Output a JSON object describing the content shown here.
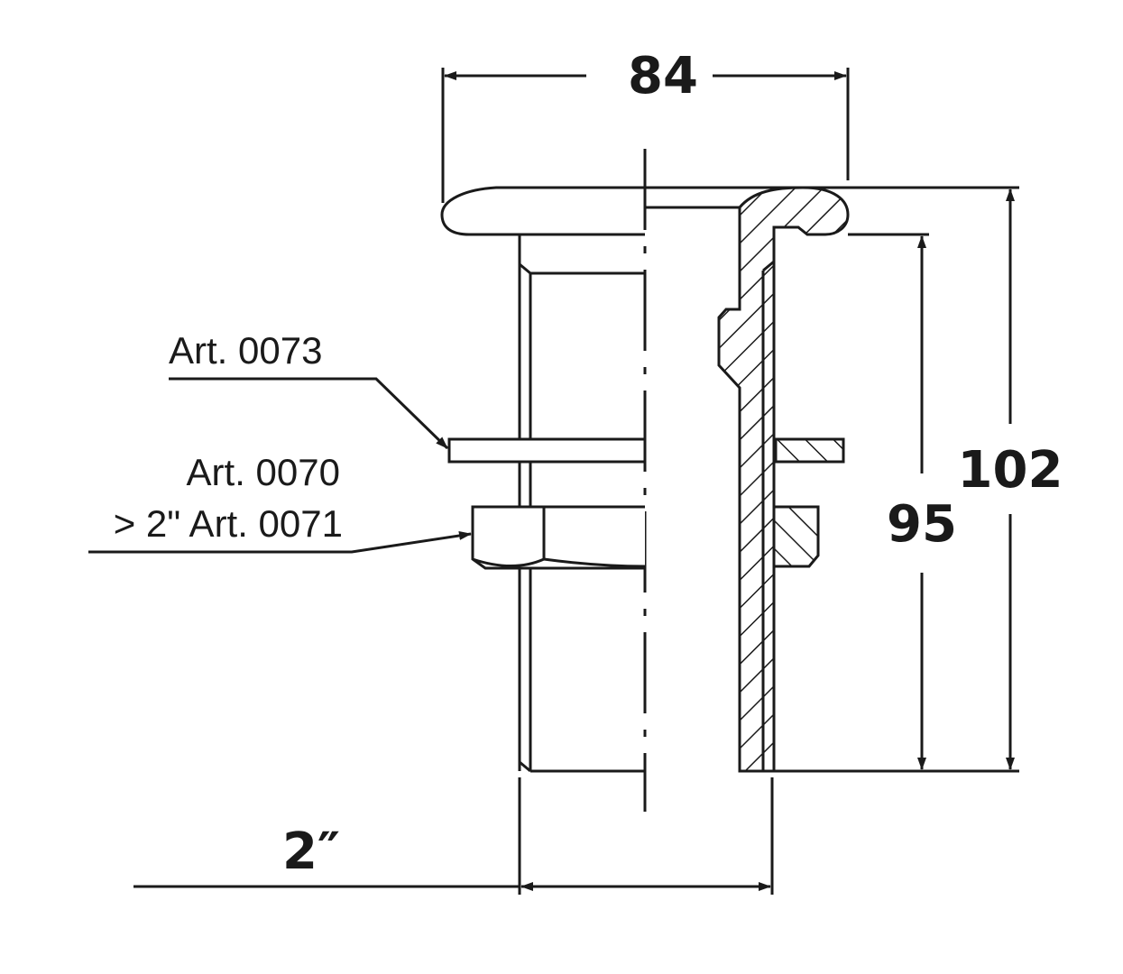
{
  "dimensions": {
    "width": "84",
    "height_total": "102",
    "height_body": "95",
    "thread": "2″"
  },
  "labels": {
    "washer": "Art. 0073",
    "nut": "Art. 0070",
    "nut_large": "> 2\" Art. 0071"
  },
  "colors": {
    "line": "#1a1a1a",
    "background": "#ffffff"
  }
}
